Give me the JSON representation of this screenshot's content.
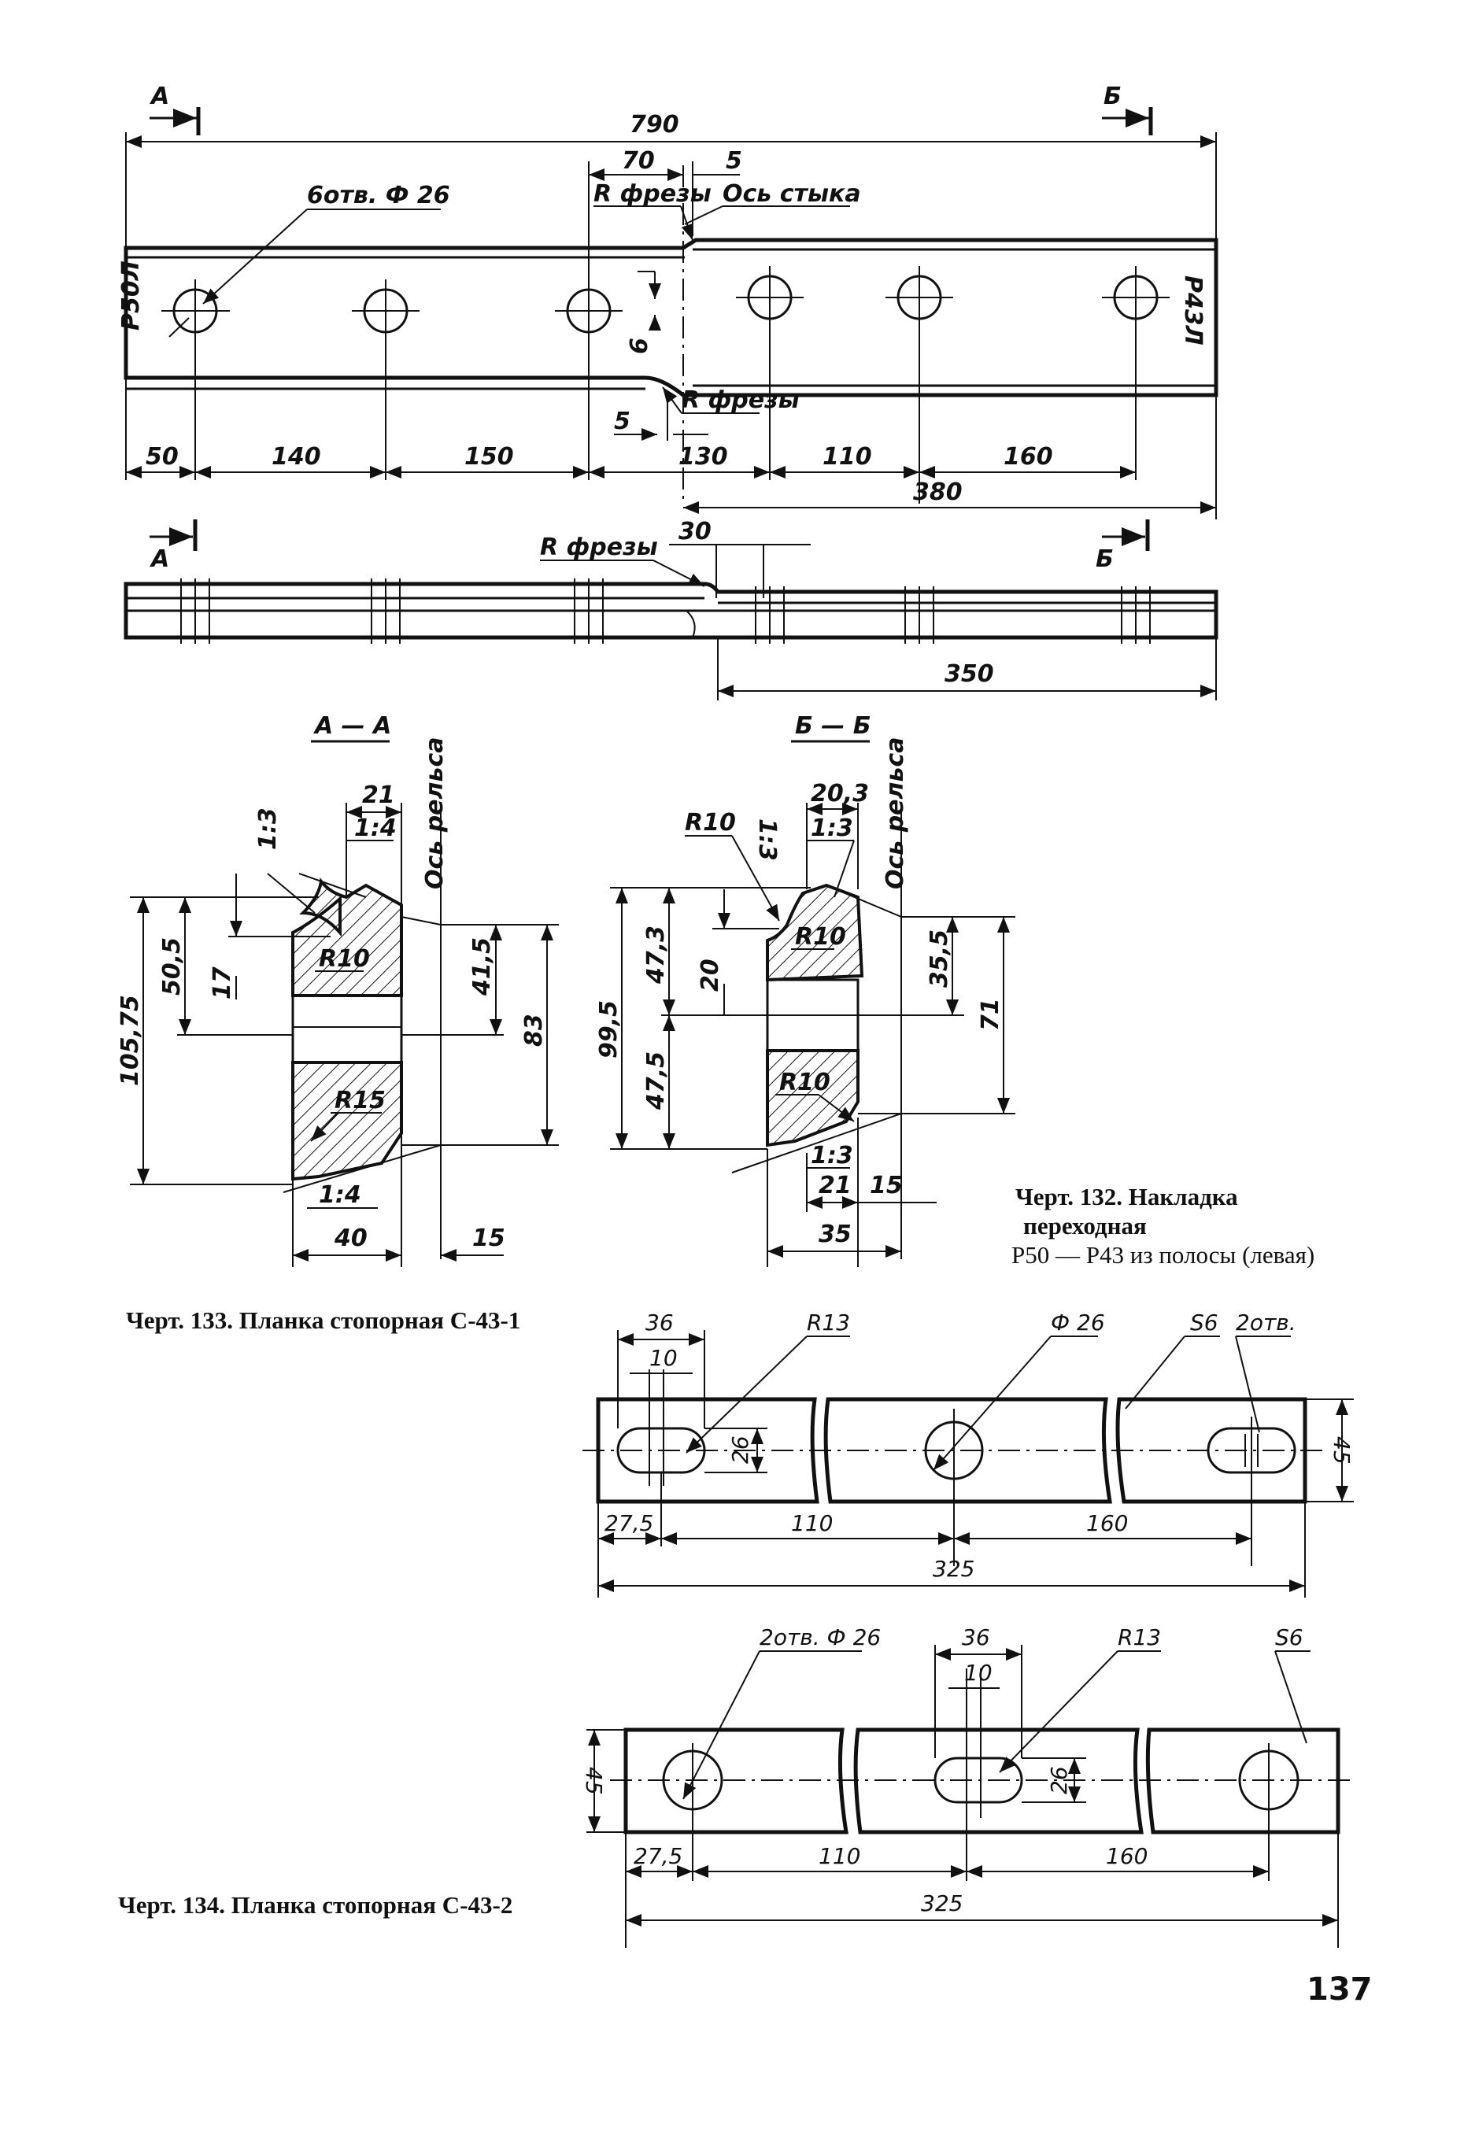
{
  "page_number": "137",
  "drawing132": {
    "caption_line1": "Черт. 132. Накладка",
    "caption_line2": "переходная",
    "caption_line3": "Р50 — Р43 из полосы (левая)",
    "cut_a": "А",
    "cut_b": "Б",
    "overall": "790",
    "holes_note": "6отв. Ф 26",
    "dim_70": "70",
    "dim_5_top": "5",
    "r_mill_top": "R фрезы",
    "joint_axis": "Ось стыка",
    "label_left": "Р50Л",
    "label_right": "Р43Л",
    "dim_6": "6",
    "r_mill_bottom": "R фрезы",
    "dim_5_bottom": "5",
    "spacing": [
      "50",
      "140",
      "150",
      "130",
      "110",
      "160"
    ],
    "dim_380": "380",
    "dim_30": "30",
    "r_mill_side": "R фрезы",
    "dim_350": "350",
    "section_aa": {
      "title": "А — А",
      "slope_13": "1:3",
      "dim_21": "21",
      "slope_14_top": "1:4",
      "rail_axis": "Ось рельса",
      "dim_10575": "105,75",
      "dim_505": "50,5",
      "dim_17": "17",
      "r10": "R10",
      "dim_415": "41,5",
      "dim_83": "83",
      "r15": "R15",
      "slope_14_bottom": "1:4",
      "dim_40": "40",
      "dim_15": "15"
    },
    "section_bb": {
      "title": "Б — Б",
      "r10_top": "R10",
      "slope_13": "1:3",
      "dim_203": "20,3",
      "slope_13b": "1:3",
      "rail_axis": "Ось рельса",
      "dim_995": "99,5",
      "dim_473": "47,3",
      "dim_20": "20",
      "r10_mid": "R10",
      "dim_355": "35,5",
      "dim_71": "71",
      "dim_475": "47,5",
      "r10_low": "R10",
      "slope_13c": "1:3",
      "dim_21": "21",
      "dim_15": "15",
      "dim_35": "35"
    }
  },
  "drawing133": {
    "caption": "Черт. 133. Планка стопорная С-43-1",
    "dim_36": "36",
    "dim_10": "10",
    "r13": "R13",
    "dia26": "Ф 26",
    "s6": "S6",
    "holes2": "2отв.",
    "dim_26": "26",
    "dim_45": "45",
    "dim_275": "27,5",
    "dim_110": "110",
    "dim_160": "160",
    "dim_325": "325"
  },
  "drawing134": {
    "caption": "Черт. 134. Планка стопорная С-43-2",
    "holes_note": "2отв. Ф 26",
    "dim_36": "36",
    "dim_10": "10",
    "r13": "R13",
    "s6": "S6",
    "dim_45": "45",
    "dim_26": "26",
    "dim_275": "27,5",
    "dim_110": "110",
    "dim_160": "160",
    "dim_325": "325"
  }
}
